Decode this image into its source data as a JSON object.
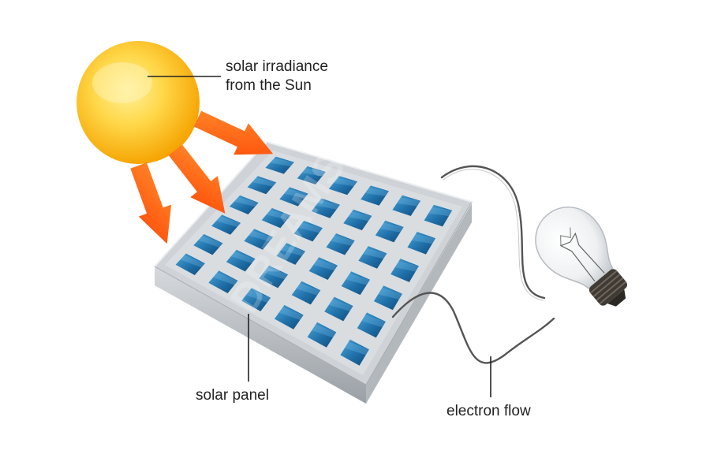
{
  "labels": {
    "sun_line1": "solar irradiance",
    "sun_line2": "from the Sun",
    "panel": "solar panel",
    "electron": "electron flow"
  },
  "watermark": "DREAMSTIME",
  "colors": {
    "sun_core": "#ffd84a",
    "sun_edge": "#f5a300",
    "arrow": "#ff5a10",
    "cell": "#2f7fb8",
    "frame": "#c9cdd1",
    "wire": "#555555",
    "leader": "#222222"
  },
  "icons": [
    "sun-icon",
    "arrow-icon",
    "solar-panel-icon",
    "light-bulb-icon"
  ]
}
